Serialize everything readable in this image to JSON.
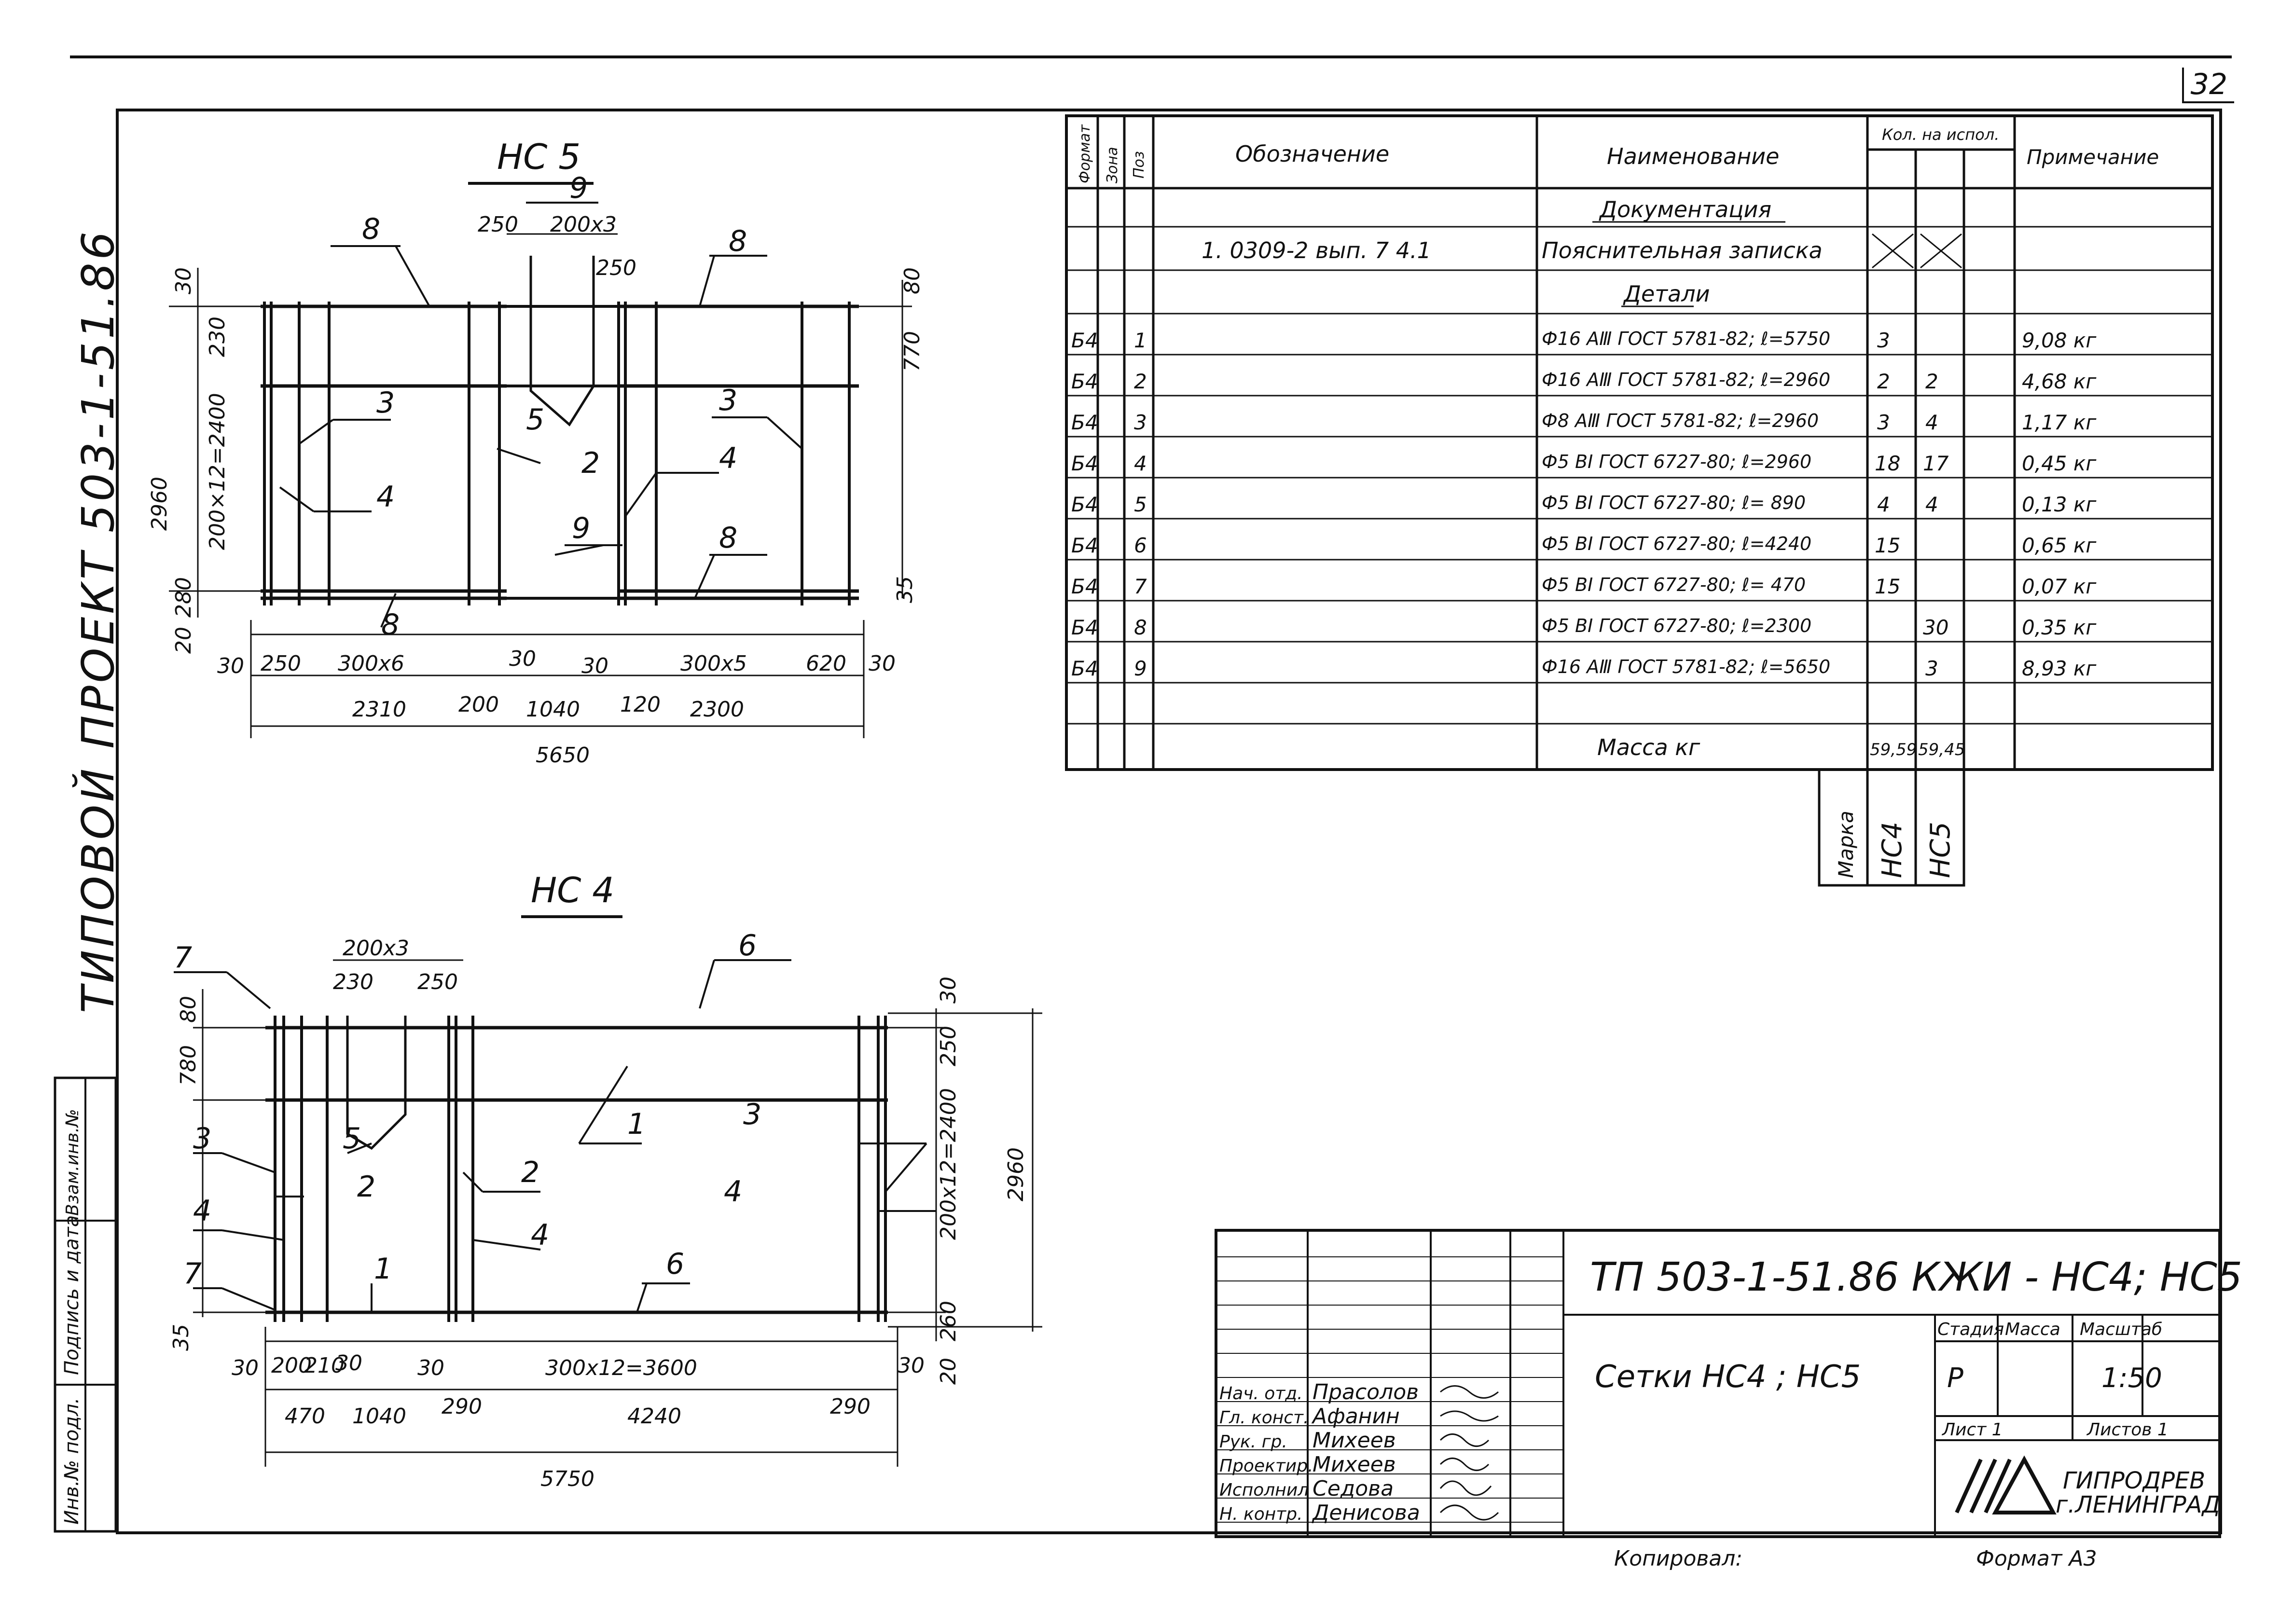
{
  "page": {
    "sheet_number": "32",
    "side_title": "ТИПОВОЙ ПРОЕКТ 503-1-51.86",
    "side_stamp": [
      "Инв.№ подл.",
      "Подпись и дата",
      "Взам.инв.№"
    ]
  },
  "drawing_hc5": {
    "title": "НС 5",
    "dims": {
      "d30a": "30",
      "d230": "230",
      "d2960": "2960",
      "d2400": "200×12=2400",
      "d280": "280",
      "d20": "20",
      "d30b": "30",
      "d250a": "250",
      "d300x6": "300x6",
      "d2310": "2310",
      "d200": "200",
      "d30c": "30",
      "d1040": "1040",
      "d30d": "30",
      "d120": "120",
      "d300x5": "300x5",
      "d2300": "2300",
      "d620": "620",
      "d30e": "30",
      "d5650": "5650",
      "d250b": "250",
      "d200x3": "200x3",
      "d250c": "250",
      "d80": "80",
      "d770": "770",
      "d35": "35"
    },
    "callouts": {
      "c8a": "8",
      "c9a": "9",
      "c8b": "8",
      "c3a": "3",
      "c4a": "4",
      "c5": "5",
      "c2": "2",
      "c9b": "9",
      "c3b": "3",
      "c4b": "4",
      "c8c": "8",
      "c8d": "8"
    }
  },
  "drawing_hc4": {
    "title": "НС 4",
    "dims": {
      "d200x3": "200x3",
      "d230": "230",
      "d250": "250",
      "d80": "80",
      "d780": "780",
      "d35": "35",
      "d30a": "30",
      "d200": "200",
      "d210": "210",
      "d30b": "30",
      "d30c": "30",
      "d300x12": "300x12=3600",
      "d30d": "30",
      "d470": "470",
      "d1040": "1040",
      "d290a": "290",
      "d4240": "4240",
      "d290b": "290",
      "d5750": "5750",
      "d30e": "30",
      "d250b": "250",
      "d2400": "200x12=2400",
      "d2960": "2960",
      "d260": "260",
      "d20": "20"
    },
    "callouts": {
      "c7a": "7",
      "c6a": "6",
      "c3a": "3",
      "c5": "5",
      "c2a": "2",
      "c1a": "1",
      "c3b": "3",
      "c2b": "2",
      "c4a": "4",
      "c4b": "4",
      "c4c": "4",
      "c6b": "6",
      "c7b": "7",
      "c1b": "1"
    }
  },
  "spec_table": {
    "headers": {
      "format": "Формат",
      "zone": "Зона",
      "pos": "Поз",
      "designation": "Обозначение",
      "name": "Наименование",
      "qty": "Кол. на испол.",
      "note": "Примечание"
    },
    "section_docs": "Документация",
    "doc_row": {
      "designation": "1. 0309-2  вып. 7 4.1",
      "name": "Пояснительная записка"
    },
    "section_parts": "Детали",
    "rows": [
      {
        "format": "Б4",
        "pos": "1",
        "name": "Ф16 АⅢ ГОСТ 5781-82; ℓ=5750",
        "q1": "3",
        "q2": "",
        "note": "9,08 кг"
      },
      {
        "format": "Б4",
        "pos": "2",
        "name": "Ф16 АⅢ ГОСТ 5781-82; ℓ=2960",
        "q1": "2",
        "q2": "2",
        "note": "4,68 кг"
      },
      {
        "format": "Б4",
        "pos": "3",
        "name": "Ф8 АⅢ ГОСТ 5781-82; ℓ=2960",
        "q1": "3",
        "q2": "4",
        "note": "1,17 кг"
      },
      {
        "format": "Б4",
        "pos": "4",
        "name": "Ф5 ВⅠ ГОСТ 6727-80; ℓ=2960",
        "q1": "18",
        "q2": "17",
        "note": "0,45 кг"
      },
      {
        "format": "Б4",
        "pos": "5",
        "name": "Ф5 ВⅠ ГОСТ 6727-80; ℓ= 890",
        "q1": "4",
        "q2": "4",
        "note": "0,13 кг"
      },
      {
        "format": "Б4",
        "pos": "6",
        "name": "Ф5 ВⅠ ГОСТ 6727-80; ℓ=4240",
        "q1": "15",
        "q2": "",
        "note": "0,65 кг"
      },
      {
        "format": "Б4",
        "pos": "7",
        "name": "Ф5 ВⅠ ГОСТ 6727-80; ℓ= 470",
        "q1": "15",
        "q2": "",
        "note": "0,07 кг"
      },
      {
        "format": "Б4",
        "pos": "8",
        "name": "Ф5 ВⅠ ГОСТ 6727-80; ℓ=2300",
        "q1": "",
        "q2": "30",
        "note": "0,35 кг"
      },
      {
        "format": "Б4",
        "pos": "9",
        "name": "Ф16 АⅢ ГОСТ 5781-82; ℓ=5650",
        "q1": "",
        "q2": "3",
        "note": "8,93 кг"
      }
    ],
    "mass_label": "Масса     кг",
    "mass_q1": "59,59",
    "mass_q2": "59,45",
    "marka_label": "Марка",
    "marka_q1": "НС4",
    "marka_q2": "НС5"
  },
  "title_block": {
    "project_code": "ТП  503-1-51.86  КЖИ - НС4; НС5",
    "sheet_title": "Сетки  НС4 ; НС5",
    "stage_label": "Стадия",
    "mass_label": "Масса",
    "scale_label": "Масштаб",
    "stage": "Р",
    "scale": "1:50",
    "sheet_label": "Лист 1",
    "sheets_label": "Листов 1",
    "org_line1": "ГИПРОДРЕВ",
    "org_line2": "г.ЛЕНИНГРАД",
    "people": [
      {
        "role": "Нач. отд.",
        "name": "Прасолов"
      },
      {
        "role": "Гл. конст.",
        "name": "Афанин"
      },
      {
        "role": "Рук. гр.",
        "name": "Михеев"
      },
      {
        "role": "Проектир.",
        "name": "Михеев"
      },
      {
        "role": "Исполнил",
        "name": "Седова"
      },
      {
        "role": "Н. контр.",
        "name": "Денисова"
      }
    ],
    "copied_label": "Копировал:",
    "format_label": "Формат  А3"
  }
}
